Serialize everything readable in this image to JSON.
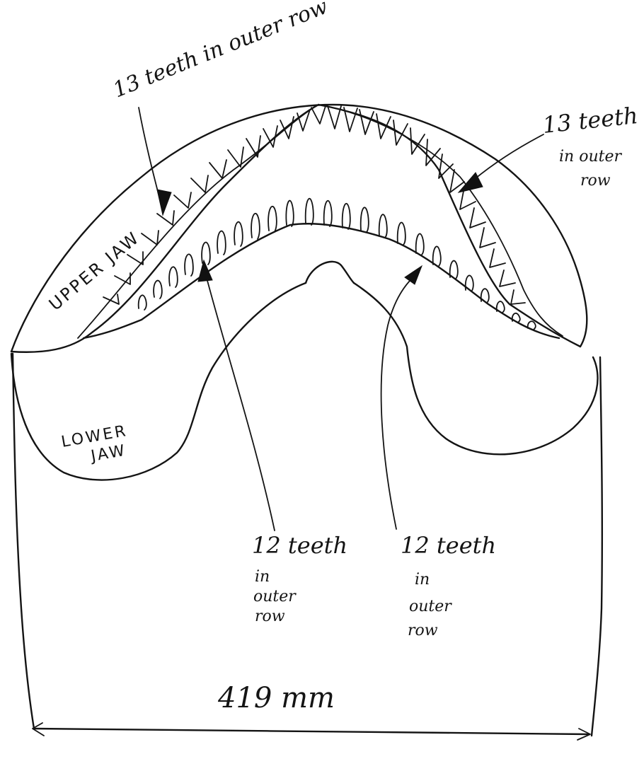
{
  "annotations": {
    "upper_left": "13 teeth in outer row",
    "upper_right_line1": "13 teeth",
    "upper_right_line2": "in outer",
    "upper_right_line3": "row",
    "lower_left_line1": "12 teeth",
    "lower_left_line2": "in",
    "lower_left_line3": "outer",
    "lower_left_line4": "row",
    "lower_right_line1": "12 teeth",
    "lower_right_line2": "in",
    "lower_right_line3": "outer",
    "lower_right_line4": "row"
  },
  "labels": {
    "upper_jaw": "UPPER JAW",
    "lower_jaw_line1": "LOWER",
    "lower_jaw_line2": "JAW"
  },
  "measurement": {
    "width": "419 mm"
  },
  "colors": {
    "ink": "#141414",
    "paper": "#ffffff"
  }
}
